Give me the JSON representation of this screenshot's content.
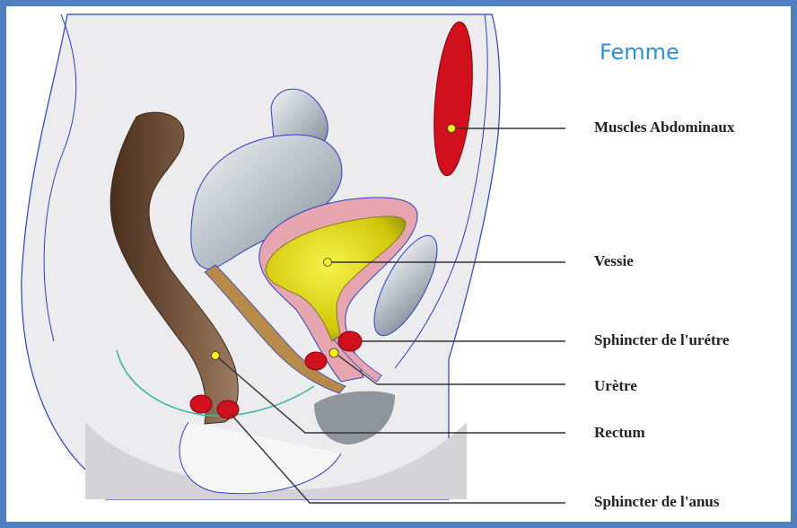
{
  "title": "Femme",
  "labels": {
    "abdominal_muscles": "Muscles Abdominaux",
    "bladder": "Vessie",
    "urethral_sphincter": "Sphincter de l'urétre",
    "urethra": "Urètre",
    "rectum": "Rectum",
    "anal_sphincter": "Sphincter de l'anus"
  },
  "colors": {
    "frame": "#4f7ec1",
    "title": "#2f8fd8",
    "muscle": "#d0111d",
    "bladder_fill": "#d8d20e",
    "bladder_wall": "#e5a3ad",
    "rectum": "#6b4a33",
    "marker": "#f5ef1a",
    "outline": "#2b3fc6"
  }
}
